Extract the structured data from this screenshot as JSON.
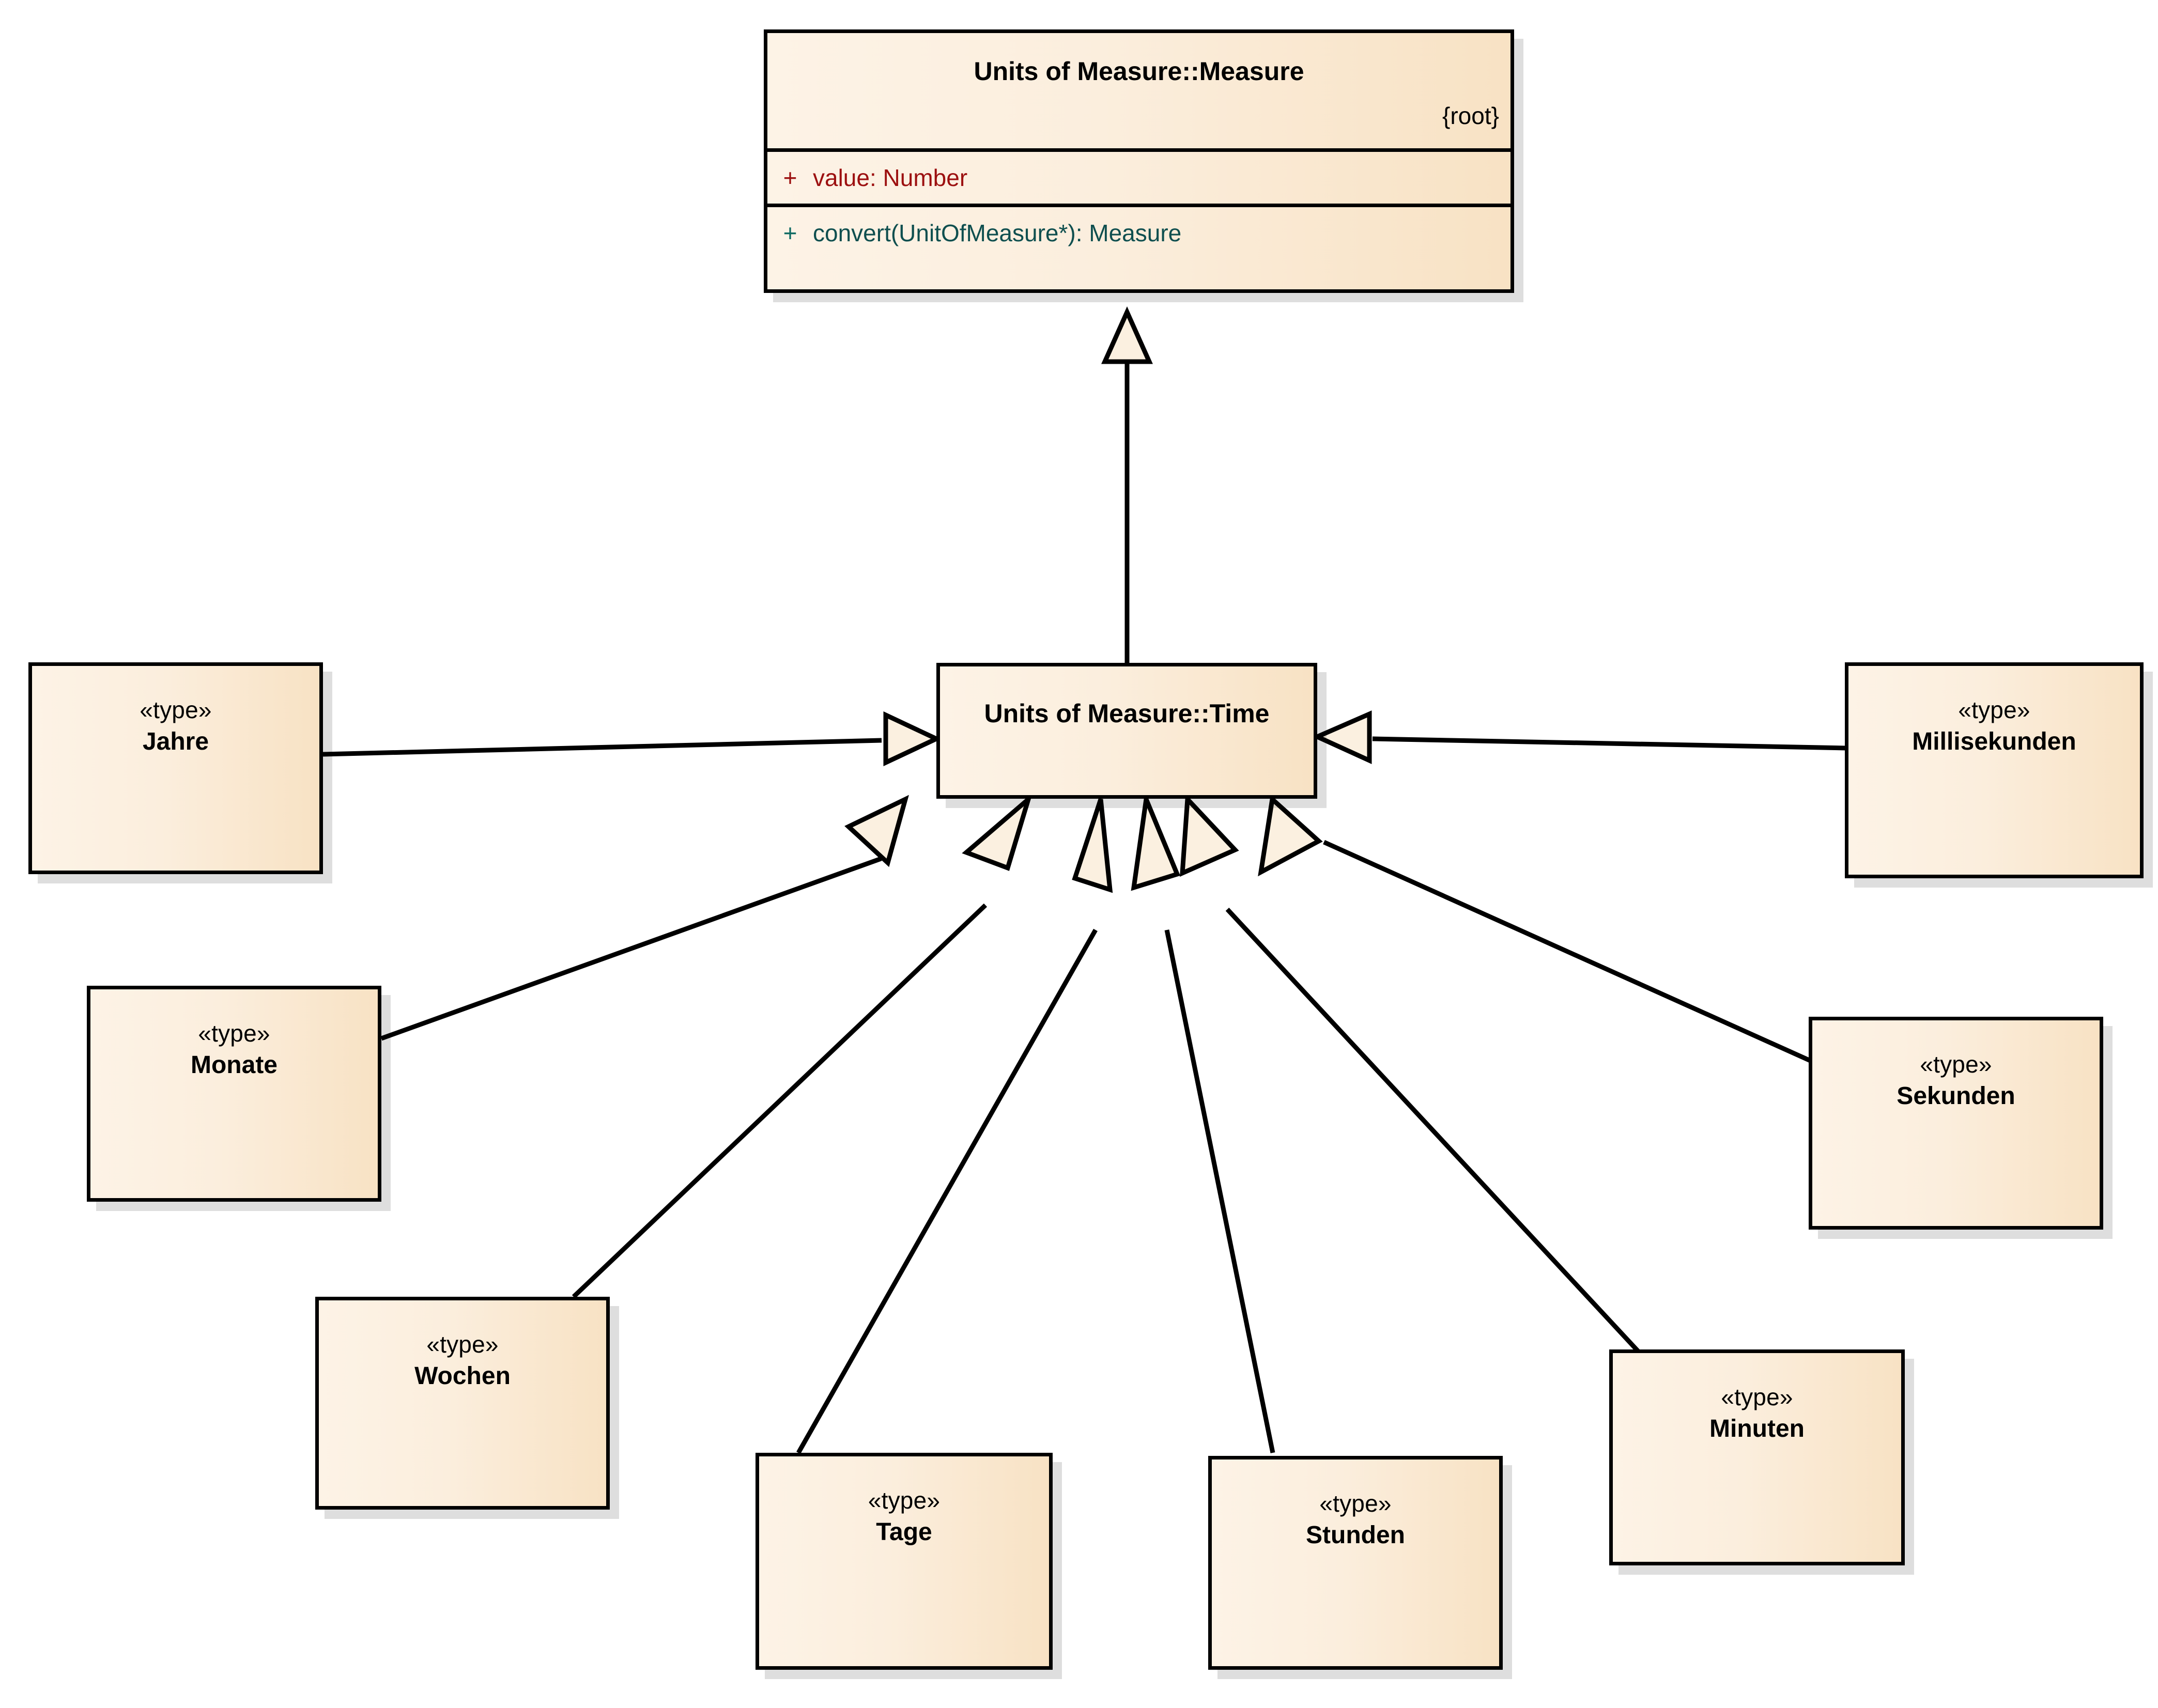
{
  "diagram": {
    "kind": "UML Class Diagram",
    "background_color": "#ffffff",
    "box_fill_left": "#fdf3e6",
    "box_fill_right": "#f8e2c4",
    "border_color": "#000000",
    "shadow_color": "#dcdcdc"
  },
  "classes": {
    "measure": {
      "name": "Units of Measure::Measure",
      "constraint": "{root}",
      "attributes": [
        {
          "visibility": "+",
          "text": "value: Number",
          "color": "#9c1010"
        }
      ],
      "operations": [
        {
          "visibility": "+",
          "text": "convert(UnitOfMeasure*): Measure",
          "color": "#0f4f4f"
        }
      ]
    },
    "time": {
      "name": "Units of Measure::Time"
    }
  },
  "types": [
    {
      "id": "jahre",
      "stereotype": "«type»",
      "name": "Jahre"
    },
    {
      "id": "monate",
      "stereotype": "«type»",
      "name": "Monate"
    },
    {
      "id": "wochen",
      "stereotype": "«type»",
      "name": "Wochen"
    },
    {
      "id": "tage",
      "stereotype": "«type»",
      "name": "Tage"
    },
    {
      "id": "stunden",
      "stereotype": "«type»",
      "name": "Stunden"
    },
    {
      "id": "minuten",
      "stereotype": "«type»",
      "name": "Minuten"
    },
    {
      "id": "sekunden",
      "stereotype": "«type»",
      "name": "Sekunden"
    },
    {
      "id": "millisekunden",
      "stereotype": "«type»",
      "name": "Millisekunden"
    }
  ],
  "relationships": [
    {
      "id": "time-to-measure",
      "type": "generalization",
      "from": "Units of Measure::Time",
      "to": "Units of Measure::Measure"
    },
    {
      "id": "jahre-to-time",
      "type": "generalization",
      "from": "Jahre",
      "to": "Units of Measure::Time"
    },
    {
      "id": "monate-to-time",
      "type": "generalization",
      "from": "Monate",
      "to": "Units of Measure::Time"
    },
    {
      "id": "wochen-to-time",
      "type": "generalization",
      "from": "Wochen",
      "to": "Units of Measure::Time"
    },
    {
      "id": "tage-to-time",
      "type": "generalization",
      "from": "Tage",
      "to": "Units of Measure::Time"
    },
    {
      "id": "stunden-to-time",
      "type": "generalization",
      "from": "Stunden",
      "to": "Units of Measure::Time"
    },
    {
      "id": "minuten-to-time",
      "type": "generalization",
      "from": "Minuten",
      "to": "Units of Measure::Time"
    },
    {
      "id": "sekunden-to-time",
      "type": "generalization",
      "from": "Sekunden",
      "to": "Units of Measure::Time"
    },
    {
      "id": "millisekunden-to-time",
      "type": "generalization",
      "from": "Millisekunden",
      "to": "Units of Measure::Time"
    }
  ]
}
